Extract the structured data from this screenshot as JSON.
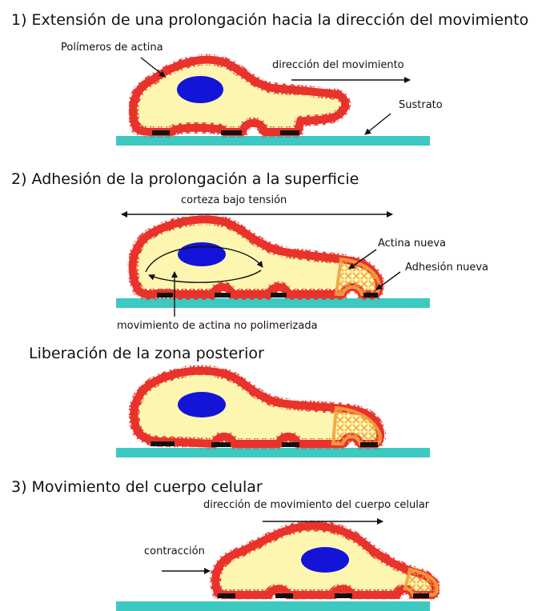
{
  "steps": [
    {
      "heading": "1) Extensión de una prolongación hacia la dirección del movimiento",
      "labels": {
        "actin_polymers": "Polímeros de actina",
        "movement_direction": "dirección del movimiento",
        "substrate": "Sustrato"
      }
    },
    {
      "heading": "2) Adhesión de la prolongación a la superficie",
      "labels": {
        "cortex_tension": "corteza bajo tensión",
        "new_actin": "Actina nueva",
        "new_adhesion": "Adhesión nueva",
        "unpolymerized_flow": "movimiento de actina no polimerizada"
      }
    },
    {
      "heading": "Liberación de la zona posterior"
    },
    {
      "heading": "3) Movimiento del cuerpo celular",
      "labels": {
        "body_direction": "dirección de movimiento del cuerpo celular",
        "contraction": "contracción"
      }
    }
  ],
  "colors": {
    "cytoplasm": "#fdf6b0",
    "actin": "#e8322b",
    "new_actin": "#f2a23c",
    "nucleus": "#1414d8",
    "substrate": "#3cc9c2",
    "adhesion": "#111111"
  }
}
